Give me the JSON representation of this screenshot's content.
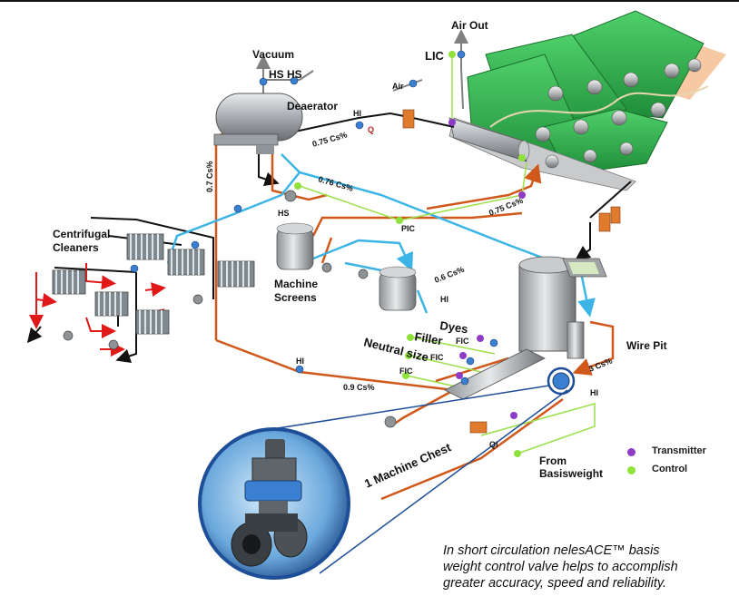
{
  "labels": {
    "vacuum": "Vacuum",
    "hs_top_1": "HS",
    "hs_top_2": "HS",
    "deaerator": "Deaerator",
    "air_out": "Air Out",
    "lic": "LIC",
    "air": "Air",
    "hi_top": "HI",
    "q": "Q",
    "cs_075_top": "0.75 Cs%",
    "cs_07": "0.7 Cs%",
    "cs_076": "0.76 Cs%",
    "cs_075_right": "0.75 Cs%",
    "hs_mid": "HS",
    "pic": "PIC",
    "centrifugal_cleaners_1": "Centrifugal",
    "centrifugal_cleaners_2": "Cleaners",
    "machine_screens_1": "Machine",
    "machine_screens_2": "Screens",
    "cs_06": "0.6 Cs%",
    "hi_screen": "HI",
    "dyes": "Dyes",
    "filler": "Filler",
    "neutral_size": "Neutral size",
    "fic_1": "FIC",
    "fic_2": "FIC",
    "fic_3": "FIC",
    "wire_pit": "Wire Pit",
    "cs_3": "3 Cs%",
    "hi_left": "HI",
    "cs_09": "0.9 Cs%",
    "hi_right": "HI",
    "qi": "QI",
    "from_basisweight_1": "From",
    "from_basisweight_2": "Basisweight",
    "machine_chest": "1 Machine Chest"
  },
  "legend": {
    "transmitter": "Transmitter",
    "control": "Control",
    "transmitter_color": "#8e3cc6",
    "control_color": "#8fe23a"
  },
  "caption": {
    "line1": "In short circulation nelesACE™ basis",
    "line2": "weight control valve helps to accomplish",
    "line3": "greater accuracy, speed and reliability."
  },
  "colors": {
    "stock_line": "#d0581a",
    "water_line": "#3cb4e6",
    "black_line": "#111111",
    "control_line": "#9be04a",
    "machine_green": "#36b24e",
    "valve_blue": "#3a7fd0",
    "magnifier_border": "#1e4e98",
    "red_arrow": "#e01818",
    "gray_line": "#808080"
  }
}
